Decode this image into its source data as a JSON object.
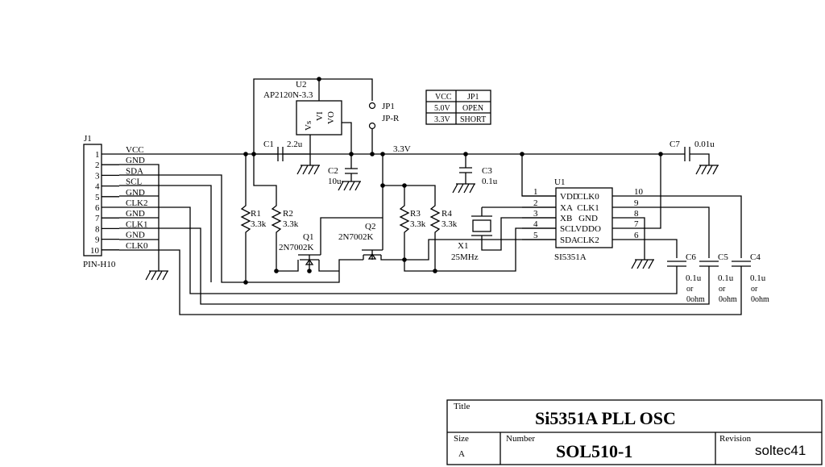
{
  "j1": {
    "ref": "J1",
    "footprint": "PIN-H10",
    "pins": [
      {
        "num": "1",
        "net": "VCC"
      },
      {
        "num": "2",
        "net": "GND"
      },
      {
        "num": "3",
        "net": "SDA"
      },
      {
        "num": "4",
        "net": "SCL"
      },
      {
        "num": "5",
        "net": "GND"
      },
      {
        "num": "6",
        "net": "CLK2"
      },
      {
        "num": "7",
        "net": "GND"
      },
      {
        "num": "8",
        "net": "CLK1"
      },
      {
        "num": "9",
        "net": "GND"
      },
      {
        "num": "10",
        "net": "CLK0"
      }
    ]
  },
  "u2": {
    "ref": "U2",
    "part": "AP2120N-3.3",
    "pin_vs": "Vs",
    "pin_vi": "VI",
    "pin_vo": "VO"
  },
  "jp1": {
    "ref": "JP1",
    "name": "JP-R"
  },
  "jp_table": {
    "headers": [
      "VCC",
      "JP1"
    ],
    "rows": [
      [
        "5.0V",
        "OPEN"
      ],
      [
        "3.3V",
        "SHORT"
      ]
    ]
  },
  "net_33v": "3.3V",
  "c1": {
    "ref": "C1",
    "value": "2.2u"
  },
  "c2": {
    "ref": "C2",
    "value": "10u"
  },
  "c3": {
    "ref": "C3",
    "value": "0.1u"
  },
  "c7": {
    "ref": "C7",
    "value": "0.01u"
  },
  "c4": {
    "ref": "C4",
    "value": "0.1u",
    "alt1": "or",
    "alt2": "0ohm"
  },
  "c5": {
    "ref": "C5",
    "value": "0.1u",
    "alt1": "or",
    "alt2": "0ohm"
  },
  "c6": {
    "ref": "C6",
    "value": "0.1u",
    "alt1": "or",
    "alt2": "0ohm"
  },
  "r1": {
    "ref": "R1",
    "value": "3.3k"
  },
  "r2": {
    "ref": "R2",
    "value": "3.3k"
  },
  "r3": {
    "ref": "R3",
    "value": "3.3k"
  },
  "r4": {
    "ref": "R4",
    "value": "3.3k"
  },
  "q1": {
    "ref": "Q1",
    "part": "2N7002K"
  },
  "q2": {
    "ref": "Q2",
    "part": "2N7002K"
  },
  "x1": {
    "ref": "X1",
    "value": "25MHz"
  },
  "u1": {
    "ref": "U1",
    "part": "SI5351A",
    "left_pins": [
      {
        "num": "1",
        "name": "VDD"
      },
      {
        "num": "2",
        "name": "XA"
      },
      {
        "num": "3",
        "name": "XB"
      },
      {
        "num": "4",
        "name": "SCL"
      },
      {
        "num": "5",
        "name": "SDA"
      }
    ],
    "right_pins": [
      {
        "num": "10",
        "name": "CLK0"
      },
      {
        "num": "9",
        "name": "CLK1"
      },
      {
        "num": "8",
        "name": "GND"
      },
      {
        "num": "7",
        "name": "VDDO"
      },
      {
        "num": "6",
        "name": "CLK2"
      }
    ]
  },
  "title_block": {
    "title_label": "Title",
    "title": "Si5351A PLL OSC",
    "size_label": "Size",
    "size": "A",
    "number_label": "Number",
    "number": "SOL510-1",
    "revision_label": "Revision",
    "revision": "soltec41"
  }
}
